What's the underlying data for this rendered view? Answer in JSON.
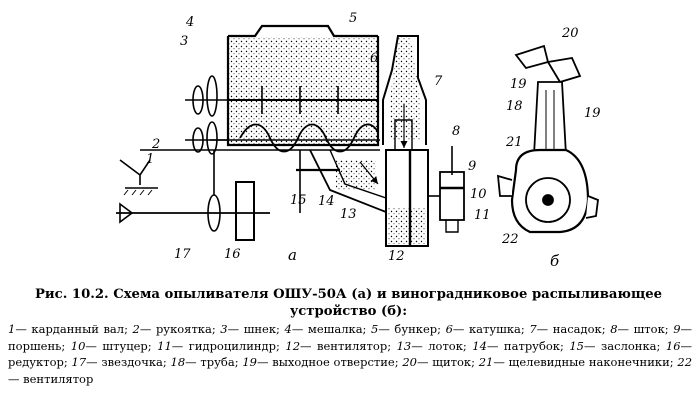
{
  "figure": {
    "part_labels": [
      "1",
      "2",
      "3",
      "4",
      "5",
      "6",
      "7",
      "8",
      "9",
      "10",
      "11",
      "12",
      "13",
      "14",
      "15",
      "16",
      "17",
      "18",
      "19",
      "19",
      "20",
      "21",
      "22"
    ],
    "sub_labels": {
      "a": "а",
      "b": "б"
    }
  },
  "caption": {
    "title": "Рис. 10.2. Схема опыливателя ОШУ-50А (а) и виноградниковое распыливающее устройство (б):"
  },
  "legend": [
    {
      "num": "1",
      "text": "— карданный вал;"
    },
    {
      "num": "2",
      "text": "— рукоятка;"
    },
    {
      "num": "3",
      "text": "— шнек;"
    },
    {
      "num": "4",
      "text": "— мешалка;"
    },
    {
      "num": "5",
      "text": "— бункер;"
    },
    {
      "num": "6",
      "text": "— катушка;"
    },
    {
      "num": "7",
      "text": "— насадок;"
    },
    {
      "num": "8",
      "text": "— шток;"
    },
    {
      "num": "9",
      "text": "— поршень;"
    },
    {
      "num": "10",
      "text": "— штуцер;"
    },
    {
      "num": "11",
      "text": "— гидроцилиндр;"
    },
    {
      "num": "12",
      "text": "— вентилятор;"
    },
    {
      "num": "13",
      "text": "— лоток;"
    },
    {
      "num": "14",
      "text": "— патрубок;"
    },
    {
      "num": "15",
      "text": "— заслонка;"
    },
    {
      "num": "16",
      "text": "— редуктор;"
    },
    {
      "num": "17",
      "text": "— звездочка;"
    },
    {
      "num": "18",
      "text": "— труба;"
    },
    {
      "num": "19",
      "text": "— выходное отверстие;"
    },
    {
      "num": "20",
      "text": "— щиток;"
    },
    {
      "num": "21",
      "text": "— щелевидные наконечники;"
    },
    {
      "num": "22",
      "text": "— вентилятор"
    }
  ]
}
